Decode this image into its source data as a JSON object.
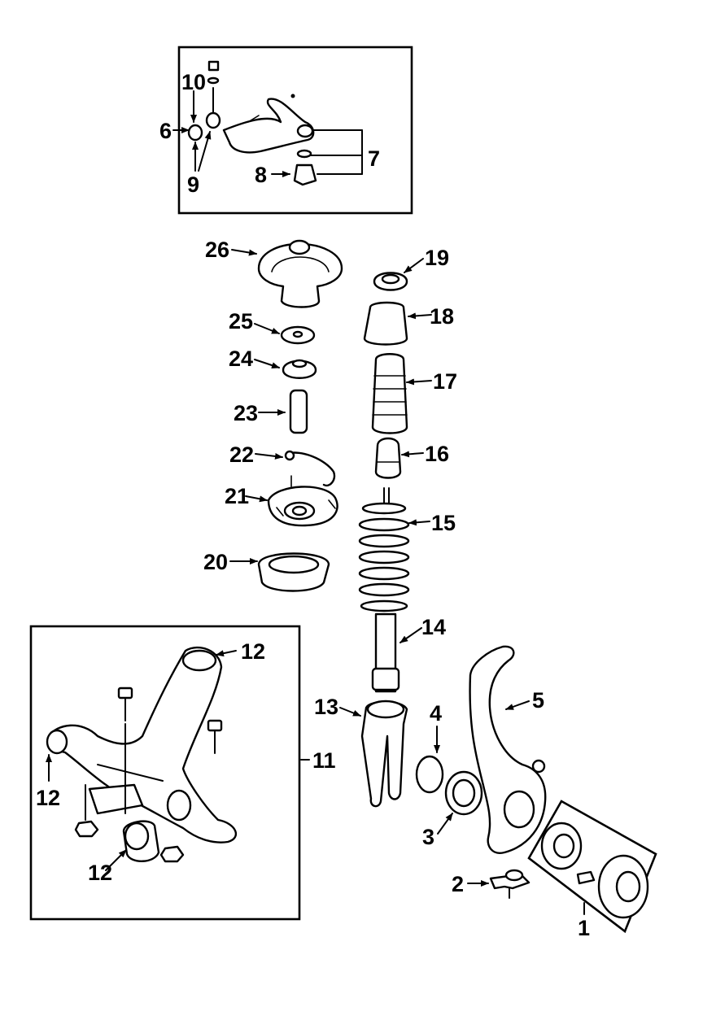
{
  "diagram": {
    "callouts": {
      "c1": "1",
      "c2": "2",
      "c3": "3",
      "c4": "4",
      "c5": "5",
      "c6": "6",
      "c7": "7",
      "c8": "8",
      "c9": "9",
      "c10": "10",
      "c11": "11",
      "c12a": "12",
      "c12b": "12",
      "c12c": "12",
      "c13": "13",
      "c14": "14",
      "c15": "15",
      "c16": "16",
      "c17": "17",
      "c18": "18",
      "c19": "19",
      "c20": "20",
      "c21": "21",
      "c22": "22",
      "c23": "23",
      "c24": "24",
      "c25": "25",
      "c26": "26"
    }
  }
}
